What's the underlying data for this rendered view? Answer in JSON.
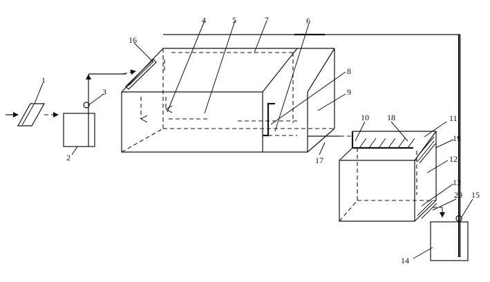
{
  "diagram": {
    "labels": {
      "n1": "1",
      "n2": "2",
      "n3": "3",
      "n4": "4",
      "n5": "5",
      "n6": "6",
      "n7": "7",
      "n8": "8",
      "n9": "9",
      "n10": "10",
      "n11": "11",
      "n12": "12",
      "n13": "13",
      "n14": "14",
      "n15": "15",
      "n16": "16",
      "n17": "17",
      "n18": "18",
      "n19": "19",
      "n20": "20"
    }
  }
}
